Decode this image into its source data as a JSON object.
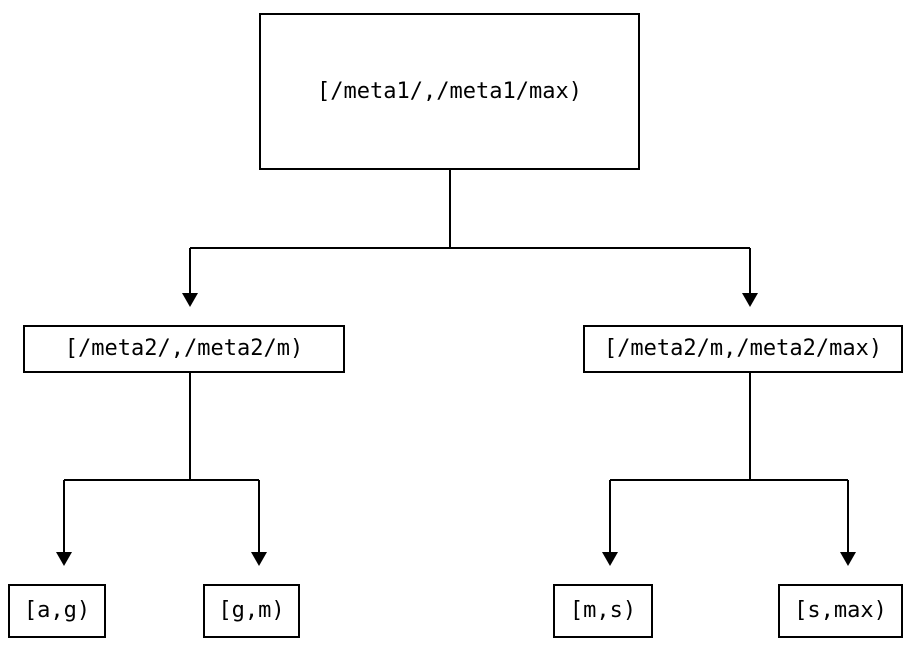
{
  "diagram": {
    "type": "tree",
    "nodes": {
      "root": {
        "label": "[/meta1/,/meta1/max)"
      },
      "l2_left": {
        "label": "[/meta2/,/meta2/m)"
      },
      "l2_right": {
        "label": "[/meta2/m,/meta2/max)"
      },
      "leaf_ag": {
        "label": "[a,g)"
      },
      "leaf_gm": {
        "label": "[g,m)"
      },
      "leaf_ms": {
        "label": "[m,s)"
      },
      "leaf_smax": {
        "label": "[s,max)"
      }
    },
    "edges": [
      {
        "from": "root",
        "to": "l2_left"
      },
      {
        "from": "root",
        "to": "l2_right"
      },
      {
        "from": "l2_left",
        "to": "leaf_ag"
      },
      {
        "from": "l2_left",
        "to": "leaf_gm"
      },
      {
        "from": "l2_right",
        "to": "leaf_ms"
      },
      {
        "from": "l2_right",
        "to": "leaf_smax"
      }
    ],
    "colors": {
      "line": "#000000",
      "text": "#000000",
      "background": "#ffffff"
    }
  }
}
